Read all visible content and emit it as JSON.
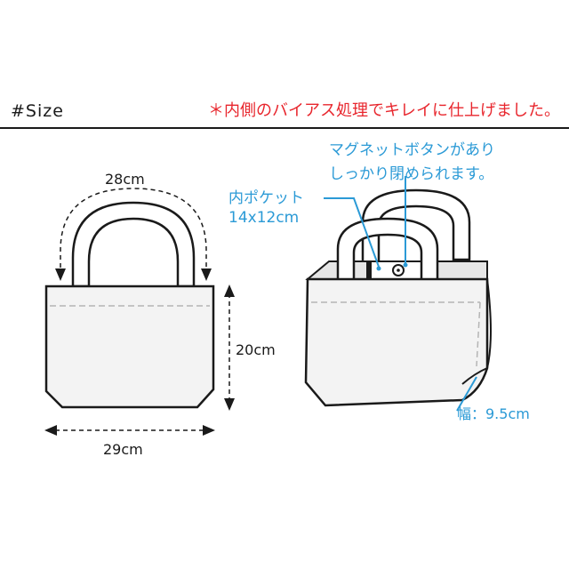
{
  "header": {
    "title": "#Size",
    "note": "＊内側のバイアス処理でキレイに仕上げました。"
  },
  "front_view": {
    "handle_length": "28cm",
    "height": "20cm",
    "width": "29cm"
  },
  "side_view": {
    "magnet_note_line1": "マグネットボタンがあり",
    "magnet_note_line2": "しっかり閉められます。",
    "pocket_label": "内ポケット",
    "pocket_size": "14x12cm",
    "gusset": "幅：9.5cm"
  },
  "colors": {
    "note_red": "#e8262d",
    "annotation_blue": "#2b9ad6",
    "line": "#1a1a1a",
    "bag_fill": "#f3f3f3"
  }
}
